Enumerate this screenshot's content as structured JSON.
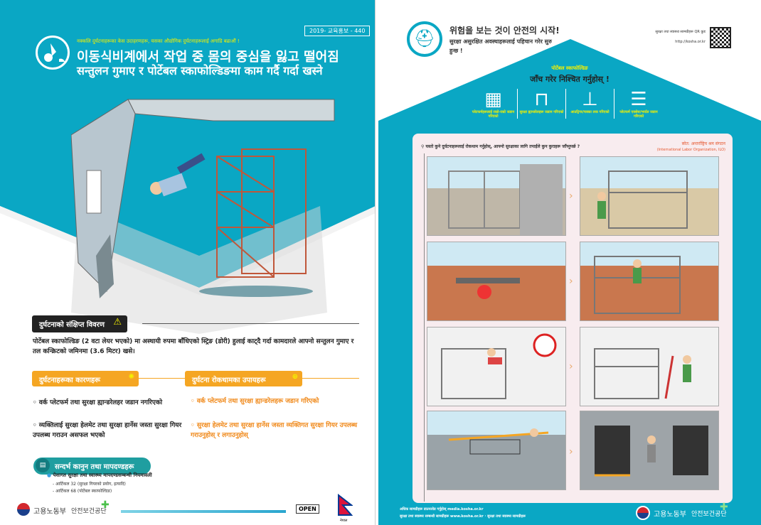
{
  "left": {
    "tag": "2019- 교육홍보 - 440",
    "subtitle": "नक्कलि दुर्घटनाहरूका केस उदाहरणहरू, यसका औद्योगिक दुर्घटनाहरूलाई अगाडि बढाऔं !",
    "title_ko": "이동식비계에서 작업 중 몸의 중심을 잃고 떨어짐",
    "title_ne": "सन्तुलन गुमाए र पोर्टेबल स्काफोल्डिङमा काम गर्दै गर्दा खस्ने",
    "summary_header": "दुर्घटनाको संक्षिप्त विवरण",
    "summary_text": "पोर्टेबल स्काफोल्डिङ (2 वटा लेयर भएको) मा अस्थायी रुपमा बाँधिएको स्ट्रिङ (डोरी) हुलाई काट्दै गर्दा कामदारले आफ्नो सन्तुलन गुमाए र तल कन्क्रिटको जमिनमा (3.6 मिटर) खसे।",
    "causes_header": "दुर्घटनाहरूका कारणहरू",
    "causes": [
      "वर्क प्लेटफर्म तथा सुरक्षा ह्यान्डरेलहर जडान नगरिएको",
      "व्यक्तिलाई सुरक्षा हेलमेट तथा सुरक्षा हार्नेस जस्ता सुरक्षा गियर उपलब्ध गराउन असफल भएको"
    ],
    "prevention_header": "दुर्घटना रोकथामका उपायहरू",
    "prevention": [
      "वर्क प्लेटफर्म तथा सुरक्षा ह्यान्डरेलहरू जडान गरिएको",
      "सुरक्षा हेलमेट तथा सुरक्षा हार्नेस जस्ता व्यक्तिगत सुरक्षा गियर उपलब्ध गराउनुहोस् र लगाउनुहोस्"
    ],
    "law_header": "सन्दर्भ कानुन तथा मापदण्डहरू",
    "law_item": "पेशागत सुरक्षा तथा स्वास्थ्य मापदण्डसम्बन्धी नियमावली",
    "law_subs": [
      "- आर्टिकल 32 (सुरक्षा गियरको प्रयोग, इत्यादि)",
      "- आर्टिकल 68 (पोर्टेबल स्काफोल्डिङ)"
    ],
    "logo_ministry": "고용노동부",
    "logo_agency": "안전보건공단",
    "open_badge": "OPEN",
    "flag_label": "नेपाल"
  },
  "right": {
    "headline_ko": "위험을 보는 것이 안전의 시작!",
    "headline_ne": "सुरक्षा असुरक्षित अवस्थाहरूलाई पहिचान गरेर सुरु हुन्छ !",
    "qr_label": "सुरक्षा तथा स्वास्थ्य सामग्रीहरू QR कुड",
    "qr_url": "http://kosha.or.kr",
    "house_sub": "पोर्टेबल स्काफोल्डिङ",
    "house_title": "जाँच गरेर निश्चित गर्नुहोस् !",
    "checks": [
      "प्लेटफर्महरूलाई राम्रो-राम्रो जडान गरिएको",
      "सुरक्षा ह्यान्डरेलहरू जडान गरिएको",
      "आउट्रिगर/चक्का लक गरिएको",
      "प्लेटफर्म एक्सेस/भर्याङ जडान गरिएको"
    ],
    "question": "यस्तो कुने दुर्घटनाहरूलाई रोकथाम गर्नुहोस्, आफ्नो सुरक्षाका लागि तपाईंले कुन कुराहरू जाँच्नुपर्छ ?",
    "source_ne": "स्रोत: अन्तर्राष्ट्रिय श्रम संगठन",
    "source_en": "(International Labor Organization, ILO)",
    "footer_1": "अधिक सामग्रीहरू डाउनलोड गर्नुहोस् media.kosha.or.kr",
    "footer_2": "सुरक्षा तथा स्वास्थ्य सम्बन्धी सामग्रीहरू www.kosha.or.kr · सुरक्षा तथा स्वास्थ्य सामग्रीहरू",
    "logo_ministry": "고용노동부",
    "logo_agency": "안전보건공단"
  },
  "colors": {
    "teal": "#0aa7c4",
    "orange": "#f5a623",
    "dark": "#222222",
    "yellow": "#f5f000",
    "pink": "#f8ecef"
  }
}
